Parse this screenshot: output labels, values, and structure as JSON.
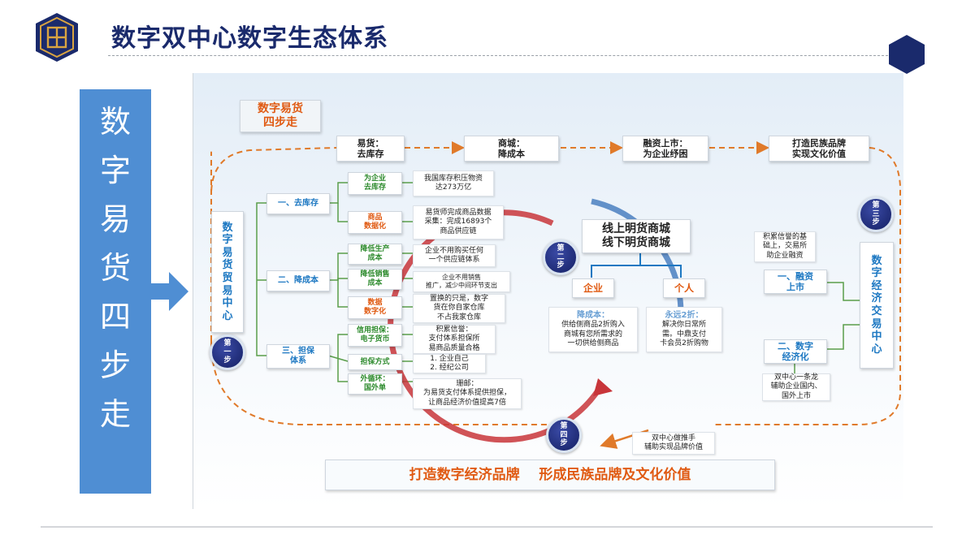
{
  "header": {
    "title": "数字双中心数字生态体系",
    "logo_icon": "shield-grid-icon",
    "deco_icon": "hexagon-icon",
    "accent": "#1a2a6c"
  },
  "side_banner": {
    "chars": [
      "数",
      "字",
      "易",
      "货",
      "四",
      "步",
      "走"
    ],
    "color": "#4f8ed3"
  },
  "diagram": {
    "heading": "数字易货\n四步走",
    "top_flow": [
      "易货：\n去库存",
      "商城：\n降成本",
      "融资上市：\n为企业纾困",
      "打造民族品牌\n实现文化价值"
    ],
    "left_vertical": "数\n字\n易\n货\n贸\n易\n中\n心",
    "right_vertical": "数\n字\n经\n济\n交\n易\n中\n心",
    "branches": [
      "一、去库存",
      "二、降成本",
      "三、担保\n体系"
    ],
    "sub_items": [
      "为企业\n去库存",
      "商品\n数据化",
      "降低生产\n成本",
      "降低销售\n成本",
      "数据\n数字化",
      "信用担保：\n电子货币",
      "担保方式",
      "外循环：\n国外单"
    ],
    "details": [
      "我国库存积压物资\n达273万亿",
      "易货师完成商品数据\n采集：完成16893个\n商品供应链",
      "企业不用购买任何\n一个供应链体系",
      "企业不用销售\n推广，减少中间环节支出",
      "置换的只是，数字\n货在你自家仓库\n不占我家仓库",
      "积累信誉：\n支付体系担保所\n易商品质量合格",
      "1. 企业自己\n2. 经纪公司",
      "珊邮：\n为易货支付体系提供担保，\n让商品经济价值提高7倍"
    ],
    "center": {
      "title": "线上明货商城\n线下明货商城",
      "left_label": "企业",
      "right_label": "个人",
      "left_desc_title": "降成本：",
      "left_desc": "供给侧商品2折购入\n商城有您所需求的\n一切供给侧商品",
      "right_desc_title": "永远2折：",
      "right_desc": "解决你日常所\n需。中鼎支付\n卡会员2折购物"
    },
    "steps": [
      "第\n一\n步",
      "第\n二\n步",
      "第\n三\n步",
      "第\n四\n步"
    ],
    "right_side": {
      "note_top": "积累信誉的基\n础上，交易所\n助企业融资",
      "item1": "一、融资\n上市",
      "item2": "二、数字\n经济化",
      "note_bottom": "双中心一条龙\n辅助企业国内、\n国外上市"
    },
    "bottom_note": "双中心做推手\n辅助实现品牌价值",
    "bottom_banner": "打造数字经济品牌    形成民族品牌及文化价值"
  },
  "colors": {
    "green_text": "#2e8b2e",
    "orange_text": "#e05a12",
    "blue_text": "#1d78c2",
    "flow_line": "#e07a2a",
    "tree_line": "#5a9e4a",
    "step_badge": "#1a2570"
  }
}
